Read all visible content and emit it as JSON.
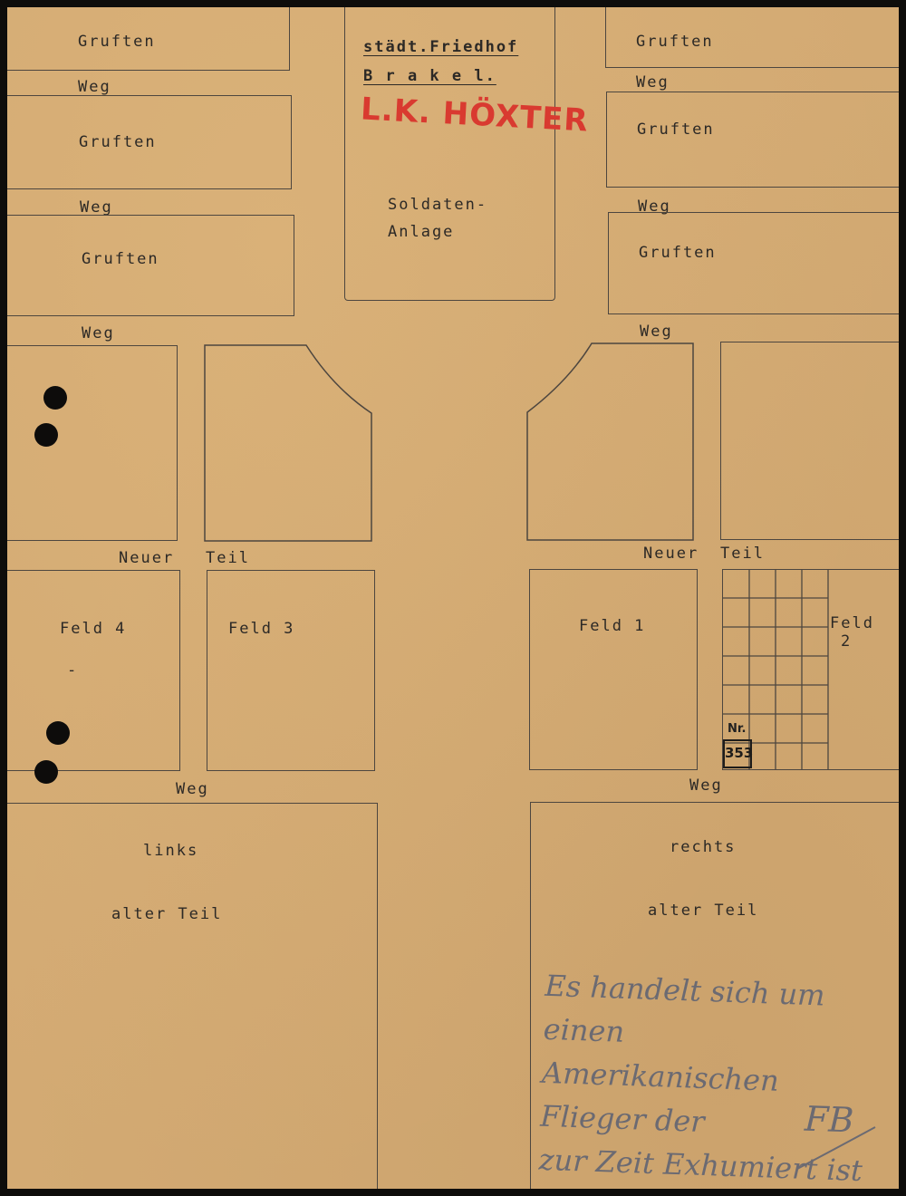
{
  "header": {
    "cemetery_line1": "städt.Friedhof",
    "cemetery_line2": "B r a k e l.",
    "district_stamp": "L.K. HÖXTER",
    "center_plot_line1": "Soldaten-",
    "center_plot_line2": "Anlage"
  },
  "left_top": {
    "plot1": "Gruften",
    "path1": "Weg",
    "plot2": "Gruften",
    "path2": "Weg",
    "plot3": "Gruften",
    "path3": "Weg"
  },
  "right_top": {
    "plot1": "Gruften",
    "path1": "Weg",
    "plot2": "Gruften",
    "path2": "Weg",
    "plot3": "Gruften",
    "path3": "Weg"
  },
  "new_section": {
    "left_word1": "Neuer",
    "left_word2": "Teil",
    "right_word1": "Neuer",
    "right_word2": "Teil",
    "field4": "Feld 4",
    "field4_mark": "-",
    "field3": "Feld 3",
    "field1": "Feld 1",
    "field2_line1": "Feld",
    "field2_line2": "2"
  },
  "grave_marker": {
    "nr_label": "Nr.",
    "number": "353"
  },
  "lower": {
    "path_left": "Weg",
    "path_right": "Weg",
    "left_line1": "links",
    "left_line2": "alter Teil",
    "right_line1": "rechts",
    "right_line2": "alter Teil"
  },
  "note": {
    "text": "Es handelt sich um einen\nAmerikanischen Flieger der\nzur Zeit Exhumiert ist",
    "initials": "FB"
  }
}
